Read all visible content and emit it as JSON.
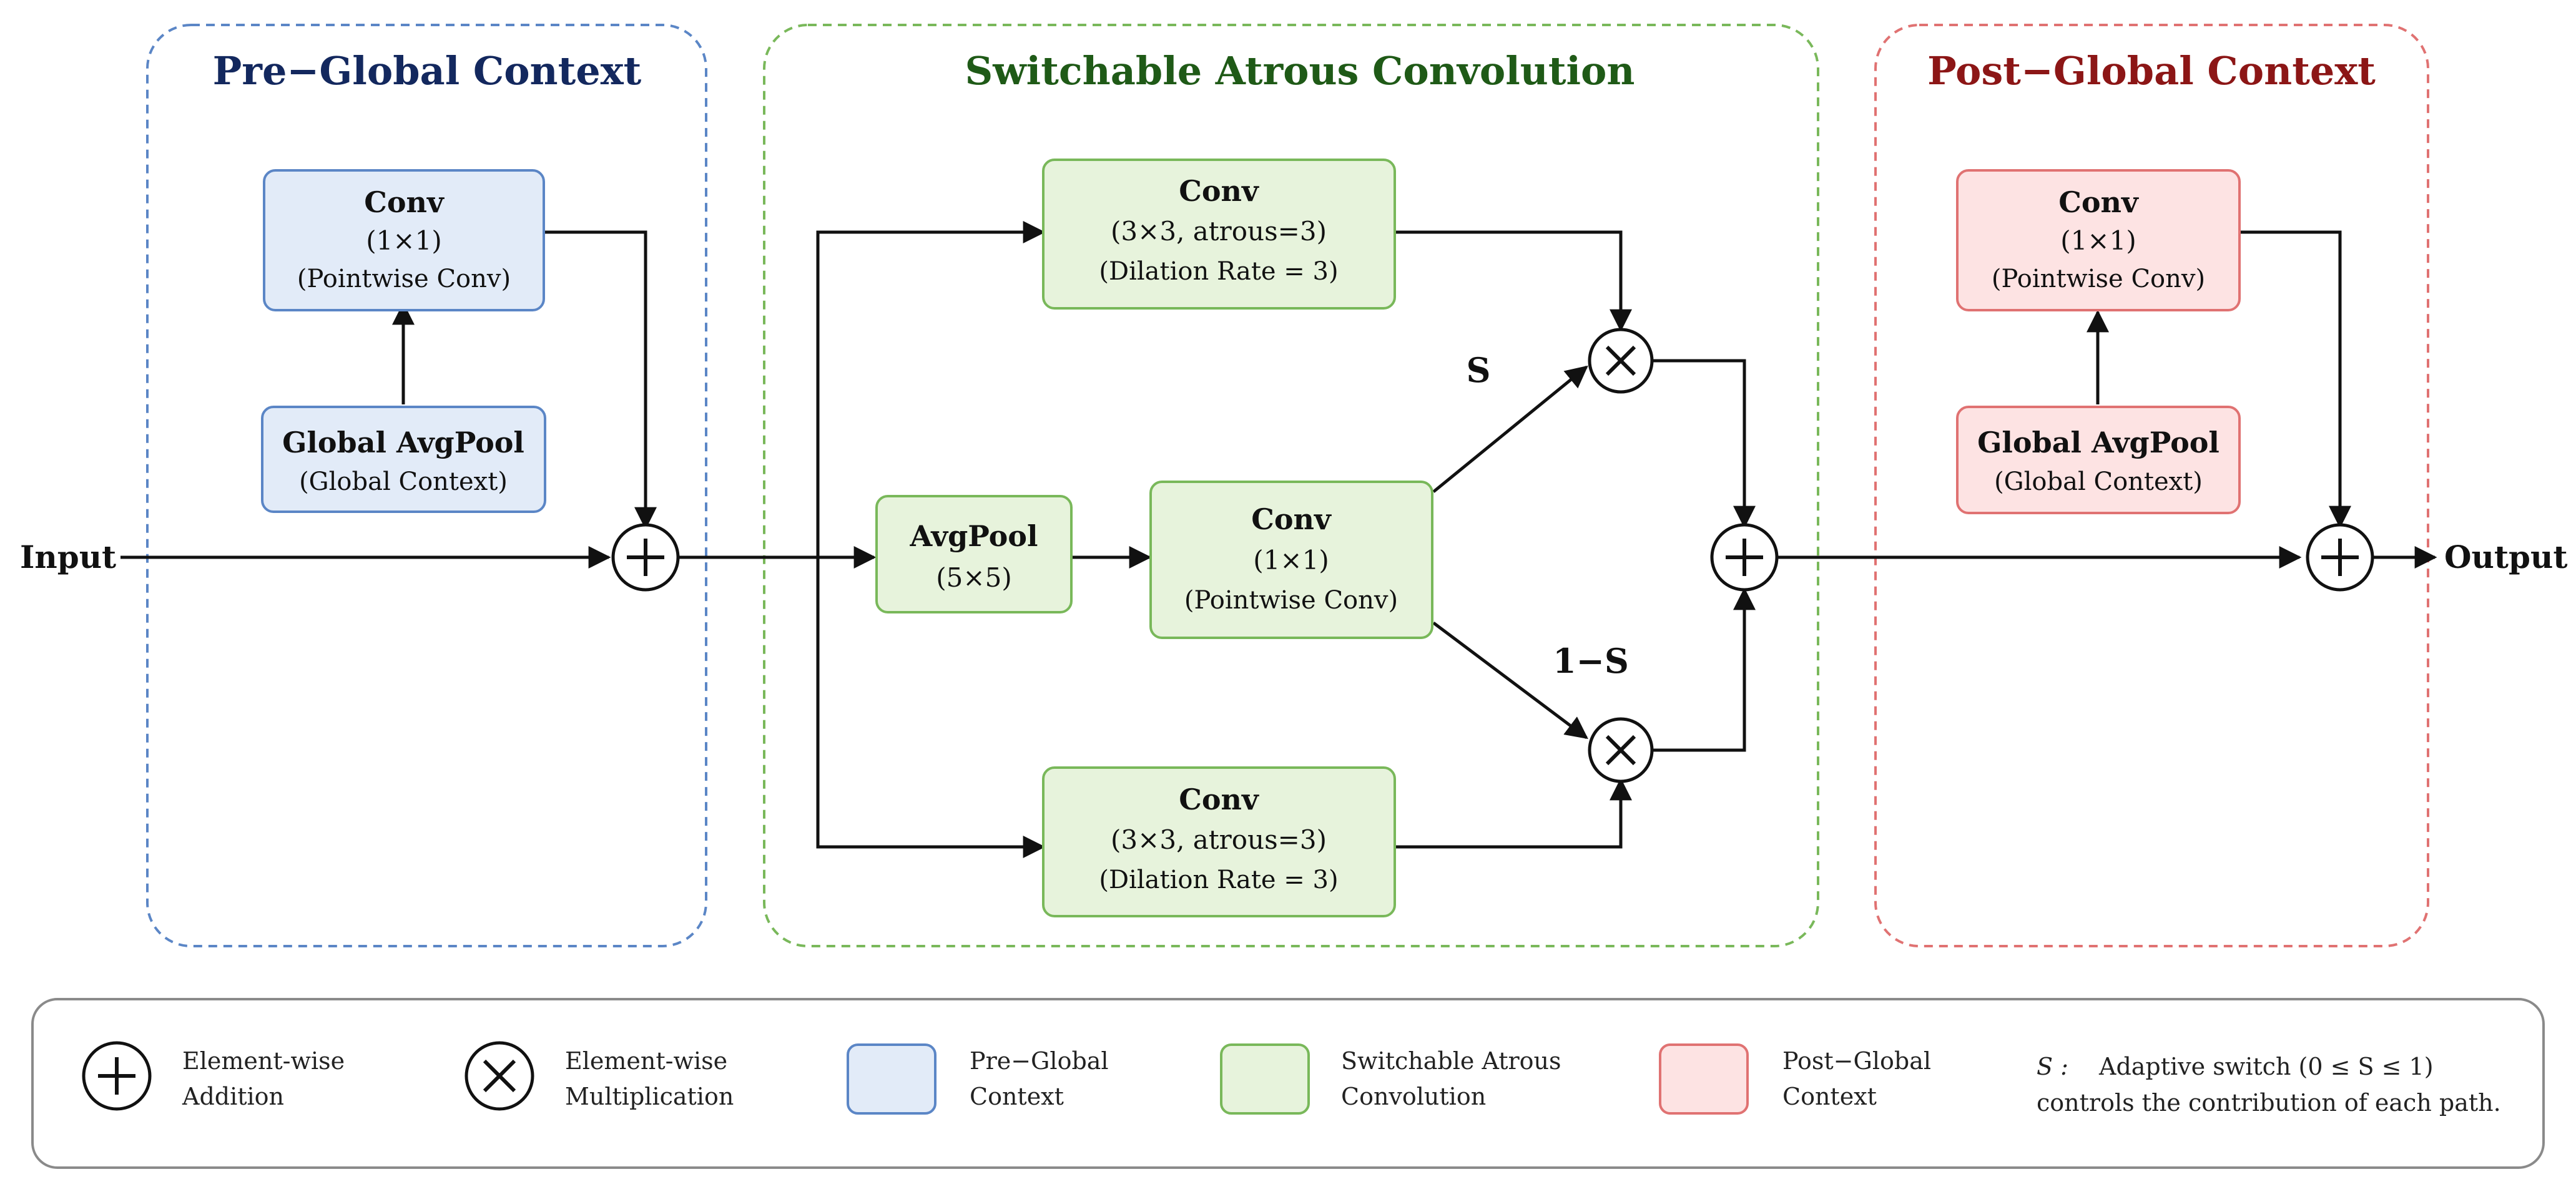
{
  "colors": {
    "pre_fill": "#e2ebf8",
    "pre_stroke": "#5b86c6",
    "pre_title": "#13285e",
    "sac_fill": "#e7f3dc",
    "sac_stroke": "#79b85a",
    "sac_title": "#1f5a17",
    "post_fill": "#fde3e3",
    "post_stroke": "#e07272",
    "post_title": "#8c1616"
  },
  "io": {
    "input": "Input",
    "output": "Output"
  },
  "pre": {
    "title": "Pre−Global Context",
    "conv": {
      "title": "Conv",
      "size": "(1×1)",
      "desc": "(Pointwise Conv)"
    },
    "pool": {
      "title": "Global AvgPool",
      "desc": "(Global Context)"
    }
  },
  "sac": {
    "title": "Switchable Atrous Convolution",
    "conv_top": {
      "title": "Conv",
      "size": "(3×3, atrous=3)",
      "desc": "(Dilation Rate = 3)"
    },
    "avgpool": {
      "title": "AvgPool",
      "size": "(5×5)"
    },
    "conv_mid": {
      "title": "Conv",
      "size": "(1×1)",
      "desc": "(Pointwise Conv)"
    },
    "conv_bot": {
      "title": "Conv",
      "size": "(3×3, atrous=3)",
      "desc": "(Dilation Rate = 3)"
    },
    "label_s": "S",
    "label_1s": "1−S"
  },
  "post": {
    "title": "Post−Global Context",
    "conv": {
      "title": "Conv",
      "size": "(1×1)",
      "desc": "(Pointwise Conv)"
    },
    "pool": {
      "title": "Global AvgPool",
      "desc": "(Global Context)"
    }
  },
  "legend": {
    "add": [
      "Element-wise",
      "Addition"
    ],
    "mul": [
      "Element-wise",
      "Multiplication"
    ],
    "pre": [
      "Pre−Global",
      "Context"
    ],
    "sac": [
      "Switchable Atrous",
      "Convolution"
    ],
    "post": [
      "Post−Global",
      "Context"
    ],
    "switch_symbol": "S :",
    "switch_line1": "Adaptive switch (0 ≤ S ≤ 1)",
    "switch_line2": "controls the contribution of each path."
  }
}
